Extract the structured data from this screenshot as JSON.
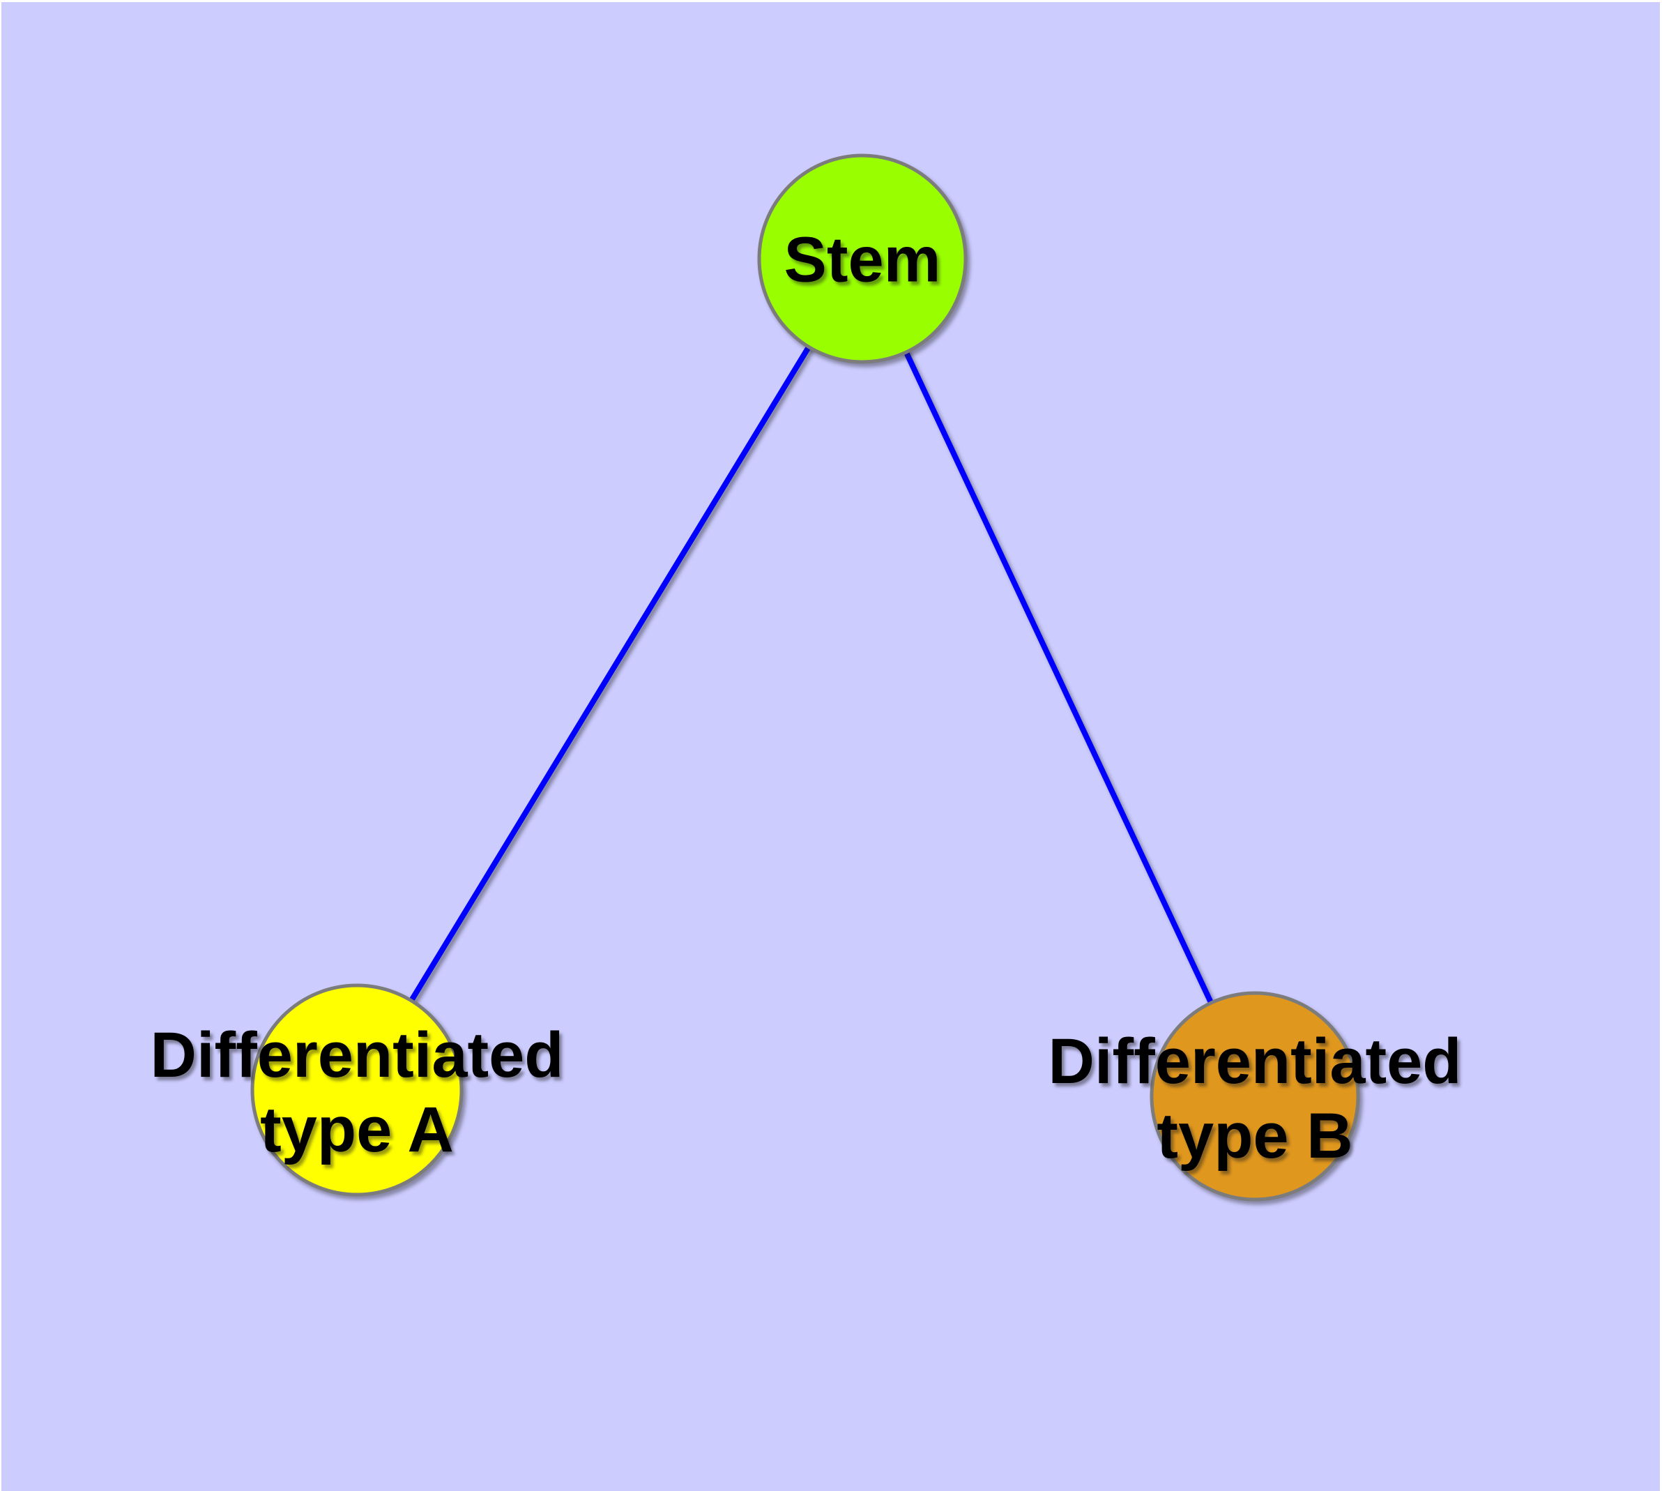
{
  "diagram": {
    "background_color": "#CCCCFF",
    "page_margin_color": "#FFFFFF",
    "edge_color": "#0000FF",
    "node_border_color": "#7C7C7C",
    "label_color": "#000000",
    "nodes": [
      {
        "id": "stem",
        "label": "Stem",
        "label_lines": [
          "Stem"
        ],
        "fill": "#99FF00"
      },
      {
        "id": "type-a",
        "label": "Differentiated type A",
        "label_lines": [
          "Differentiated",
          "type A"
        ],
        "fill": "#FFFF00"
      },
      {
        "id": "type-b",
        "label": "Differentiated type B",
        "label_lines": [
          "Differentiated",
          "type B"
        ],
        "fill": "#E0971E"
      }
    ],
    "edges": [
      {
        "from": "stem",
        "to": "type-a"
      },
      {
        "from": "stem",
        "to": "type-b"
      }
    ]
  }
}
